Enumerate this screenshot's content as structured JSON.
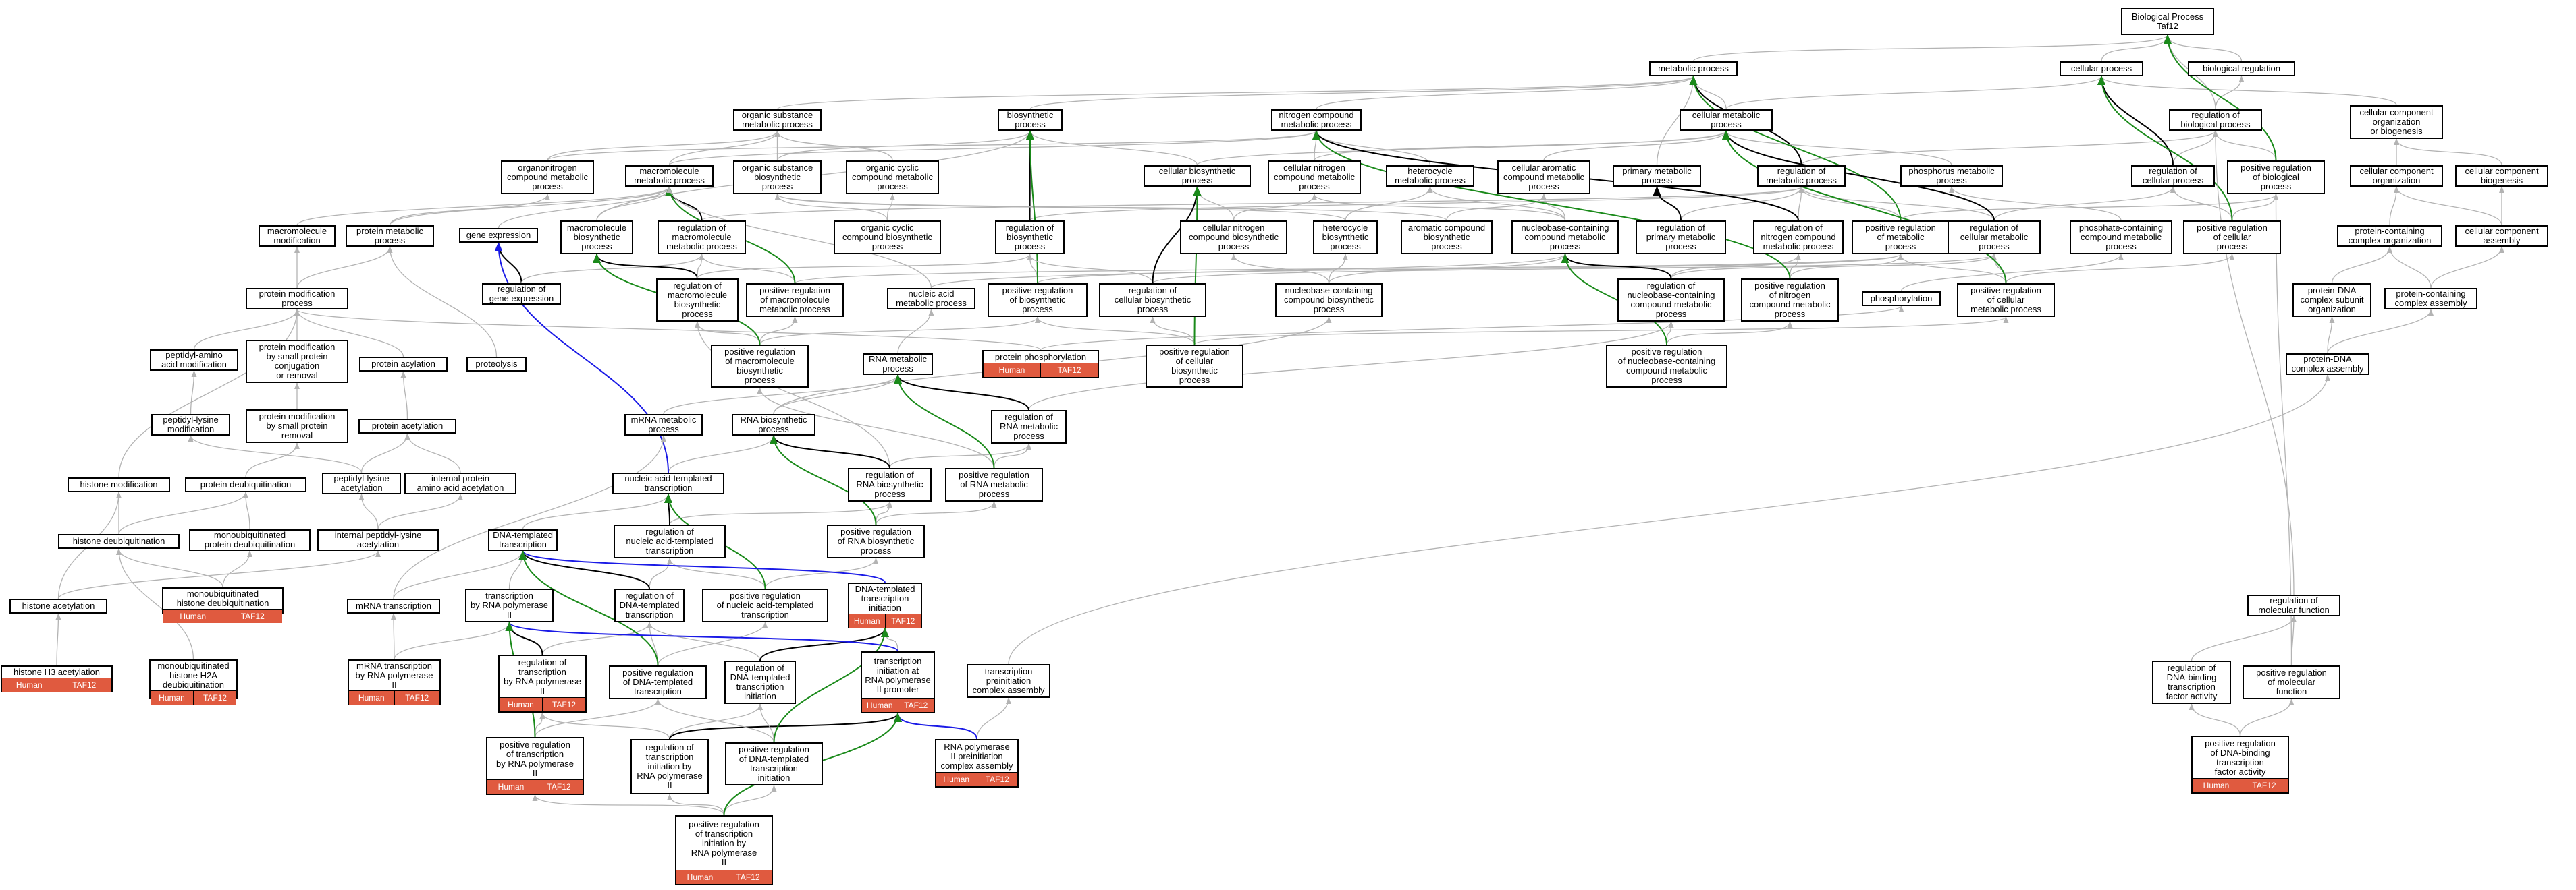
{
  "nodes": [
    {
      "label": "Biological Process\nTaf12"
    },
    {
      "label": "metabolic process"
    },
    {
      "label": "cellular process"
    },
    {
      "label": "biological regulation"
    },
    {
      "label": "organic substance\nmetabolic process"
    },
    {
      "label": "biosynthetic\nprocess"
    },
    {
      "label": "nitrogen compound\nmetabolic process"
    },
    {
      "label": "cellular metabolic\nprocess"
    },
    {
      "label": "regulation of\nbiological process"
    },
    {
      "label": "cellular component\norganization\nor biogenesis"
    },
    {
      "label": "organonitrogen\ncompound metabolic\nprocess"
    },
    {
      "label": "macromolecule\nmetabolic process"
    },
    {
      "label": "organic substance\nbiosynthetic\nprocess"
    },
    {
      "label": "organic cyclic\ncompound metabolic\nprocess"
    },
    {
      "label": "cellular biosynthetic\nprocess"
    },
    {
      "label": "cellular nitrogen\ncompound metabolic\nprocess"
    },
    {
      "label": "heterocycle\nmetabolic process"
    },
    {
      "label": "cellular aromatic\ncompound metabolic\nprocess"
    },
    {
      "label": "primary metabolic\nprocess"
    },
    {
      "label": "regulation of\nmetabolic process"
    },
    {
      "label": "phosphorus metabolic\nprocess"
    },
    {
      "label": "regulation of\ncellular process"
    },
    {
      "label": "positive regulation\nof biological\nprocess"
    },
    {
      "label": "cellular component\norganization"
    },
    {
      "label": "cellular component\nbiogenesis"
    },
    {
      "label": "macromolecule\nmodification"
    },
    {
      "label": "protein metabolic\nprocess"
    },
    {
      "label": "gene expression"
    },
    {
      "label": "macromolecule\nbiosynthetic\nprocess"
    },
    {
      "label": "regulation of\nmacromolecule\nmetabolic process"
    },
    {
      "label": "organic cyclic\ncompound biosynthetic\nprocess"
    },
    {
      "label": "regulation of\nbiosynthetic\nprocess"
    },
    {
      "label": "cellular nitrogen\ncompound biosynthetic\nprocess"
    },
    {
      "label": "heterocycle\nbiosynthetic\nprocess"
    },
    {
      "label": "aromatic compound\nbiosynthetic\nprocess"
    },
    {
      "label": "nucleobase-containing\ncompound metabolic\nprocess"
    },
    {
      "label": "regulation of\nprimary metabolic\nprocess"
    },
    {
      "label": "regulation of\nnitrogen compound\nmetabolic process"
    },
    {
      "label": "positive regulation\nof metabolic\nprocess"
    },
    {
      "label": "regulation of\ncellular metabolic\nprocess"
    },
    {
      "label": "phosphate-containing\ncompound metabolic\nprocess"
    },
    {
      "label": "positive regulation\nof cellular\nprocess"
    },
    {
      "label": "protein-containing\ncomplex organization"
    },
    {
      "label": "cellular component\nassembly"
    },
    {
      "label": "protein modification\nprocess"
    },
    {
      "label": "regulation of\ngene expression"
    },
    {
      "label": "regulation of\nmacromolecule\nbiosynthetic\nprocess"
    },
    {
      "label": "positive regulation\nof macromolecule\nmetabolic process"
    },
    {
      "label": "nucleic acid\nmetabolic process"
    },
    {
      "label": "positive regulation\nof biosynthetic\nprocess"
    },
    {
      "label": "regulation of\ncellular biosynthetic\nprocess"
    },
    {
      "label": "nucleobase-containing\ncompound biosynthetic\nprocess"
    },
    {
      "label": "regulation of\nnucleobase-containing\ncompound metabolic\nprocess"
    },
    {
      "label": "positive regulation\nof nitrogen\ncompound metabolic\nprocess"
    },
    {
      "label": "phosphorylation"
    },
    {
      "label": "positive regulation\nof cellular\nmetabolic process"
    },
    {
      "label": "protein-DNA\ncomplex subunit\norganization"
    },
    {
      "label": "protein-containing\ncomplex assembly"
    },
    {
      "label": "peptidyl-amino\nacid modification"
    },
    {
      "label": "protein modification\nby small protein\nconjugation\nor removal"
    },
    {
      "label": "protein acylation"
    },
    {
      "label": "proteolysis"
    },
    {
      "label": "positive regulation\nof macromolecule\nbiosynthetic\nprocess"
    },
    {
      "label": "RNA metabolic\nprocess"
    },
    {
      "label": "protein phosphorylation",
      "species": "Human",
      "gene": "TAF12"
    },
    {
      "label": "positive regulation\nof cellular\nbiosynthetic\nprocess"
    },
    {
      "label": "positive regulation\nof nucleobase-containing\ncompound metabolic\nprocess"
    },
    {
      "label": "protein-DNA\ncomplex assembly"
    },
    {
      "label": "peptidyl-lysine\nmodification"
    },
    {
      "label": "protein modification\nby small protein\nremoval"
    },
    {
      "label": "protein acetylation"
    },
    {
      "label": "mRNA metabolic\nprocess"
    },
    {
      "label": "RNA biosynthetic\nprocess"
    },
    {
      "label": "regulation of\nRNA metabolic\nprocess"
    },
    {
      "label": "histone modification"
    },
    {
      "label": "protein deubiquitination"
    },
    {
      "label": "peptidyl-lysine\nacetylation"
    },
    {
      "label": "internal protein\namino acid acetylation"
    },
    {
      "label": "nucleic acid-templated\ntranscription"
    },
    {
      "label": "regulation of\nRNA biosynthetic\nprocess"
    },
    {
      "label": "positive regulation\nof RNA metabolic\nprocess"
    },
    {
      "label": "histone deubiquitination"
    },
    {
      "label": "monoubiquitinated\nprotein deubiquitination"
    },
    {
      "label": "internal peptidyl-lysine\nacetylation"
    },
    {
      "label": "DNA-templated\ntranscription"
    },
    {
      "label": "regulation of\nnucleic acid-templated\ntranscription"
    },
    {
      "label": "positive regulation\nof RNA biosynthetic\nprocess"
    },
    {
      "label": "monoubiquitinated\nhistone deubiquitination",
      "species": "Human",
      "gene": "TAF12"
    },
    {
      "label": "histone acetylation"
    },
    {
      "label": "mRNA transcription"
    },
    {
      "label": "transcription\nby RNA polymerase\nII"
    },
    {
      "label": "regulation of\nDNA-templated\ntranscription"
    },
    {
      "label": "positive regulation\nof nucleic acid-templated\ntranscription"
    },
    {
      "label": "DNA-templated\ntranscription\ninitiation",
      "species": "Human",
      "gene": "TAF12"
    },
    {
      "label": "regulation of\nmolecular function"
    },
    {
      "label": "histone H3 acetylation",
      "species": "Human",
      "gene": "TAF12"
    },
    {
      "label": "monoubiquitinated\nhistone H2A\ndeubiquitination",
      "species": "Human",
      "gene": "TAF12"
    },
    {
      "label": "mRNA transcription\nby RNA polymerase\nII",
      "species": "Human",
      "gene": "TAF12"
    },
    {
      "label": "regulation of\ntranscription\nby RNA polymerase\nII",
      "species": "Human",
      "gene": "TAF12"
    },
    {
      "label": "positive regulation\nof DNA-templated\ntranscription"
    },
    {
      "label": "regulation of\nDNA-templated\ntranscription\ninitiation"
    },
    {
      "label": "transcription\ninitiation at\nRNA polymerase\nII promoter",
      "species": "Human",
      "gene": "TAF12"
    },
    {
      "label": "transcription\npreinitiation\ncomplex assembly"
    },
    {
      "label": "regulation of\nDNA-binding\ntranscription\nfactor activity"
    },
    {
      "label": "positive regulation\nof molecular\nfunction"
    },
    {
      "label": "positive regulation\nof transcription\nby RNA polymerase\nII",
      "species": "Human",
      "gene": "TAF12"
    },
    {
      "label": "regulation of\ntranscription\ninitiation by\nRNA polymerase\nII"
    },
    {
      "label": "positive regulation\nof DNA-templated\ntranscription\ninitiation"
    },
    {
      "label": "RNA polymerase\nII preinitiation\ncomplex assembly",
      "species": "Human",
      "gene": "TAF12"
    },
    {
      "label": "positive regulation\nof DNA-binding\ntranscription\nfactor activity",
      "species": "Human",
      "gene": "TAF12"
    },
    {
      "label": "positive regulation\nof transcription\ninitiation by\nRNA polymerase\nII",
      "species": "Human",
      "gene": "TAF12"
    }
  ],
  "colors": {
    "edge_is_a": "#b3b3b3",
    "edge_regulates": "#000000",
    "edge_positively_regulates": "#1a8a1a",
    "edge_part_of": "#1a1ae6",
    "annotation_fill": "#e05a3f",
    "node_border": "#000000"
  }
}
